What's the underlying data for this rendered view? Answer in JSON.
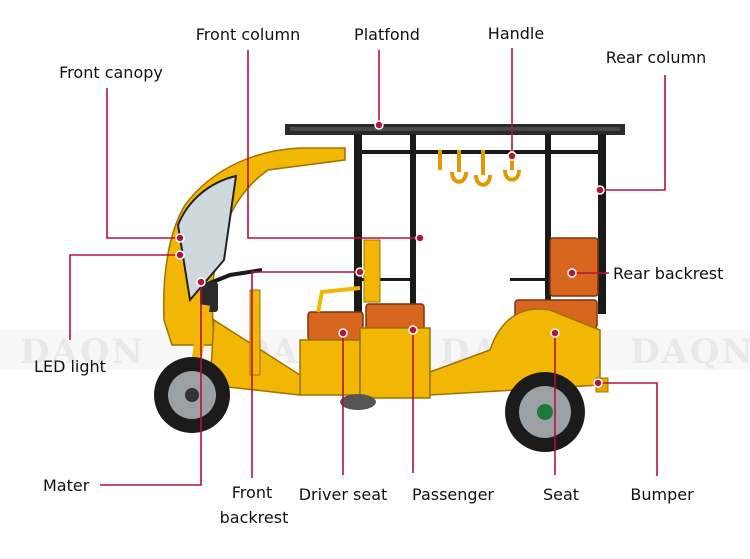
{
  "watermark": "DAQN",
  "colors": {
    "leader": "#b3123b",
    "body": "#f2b705",
    "frame": "#1a1a1a",
    "text": "#111111"
  },
  "labels": {
    "front_column": "Front column",
    "platfond": "Platfond",
    "handle": "Handle",
    "rear_column": "Rear column",
    "front_canopy": "Front canopy",
    "rear_backrest": "Rear backrest",
    "led_light": "LED light",
    "mater": "Mater",
    "front_backrest": [
      "Front",
      "backrest"
    ],
    "driver_seat": "Driver seat",
    "passenger": "Passenger",
    "seat": "Seat",
    "bumper": "Bumper"
  }
}
